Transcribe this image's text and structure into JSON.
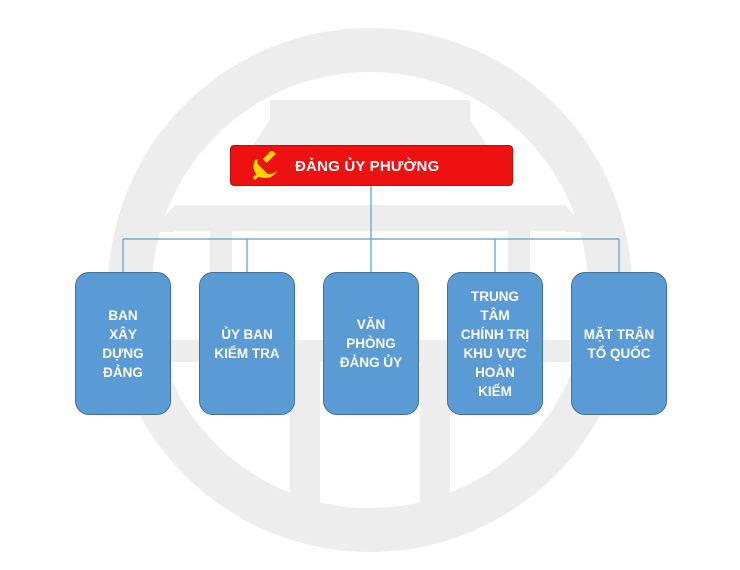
{
  "root": {
    "label": "ĐẢNG ỦY PHƯỜNG",
    "icon": "hammer-sickle-icon",
    "color": "#ee1111",
    "icon_color": "#ffd700"
  },
  "children": [
    {
      "label": "BAN\nXÂY\nDỰNG\nĐẢNG"
    },
    {
      "label": "ỦY BAN\nKIỂM TRA"
    },
    {
      "label": "VĂN\nPHÒNG\nĐẢNG ỦY"
    },
    {
      "label": "TRUNG\nTÂM\nCHÍNH TRỊ\nKHU VỰC\nHOÀN\nKIẾM"
    },
    {
      "label": "MẶT TRẬN\nTỔ QUỐC"
    }
  ],
  "colors": {
    "child_fill": "#5b9bd5",
    "connector": "#5b9bd5",
    "watermark": "#ececec"
  },
  "watermark": "emblem-watermark"
}
